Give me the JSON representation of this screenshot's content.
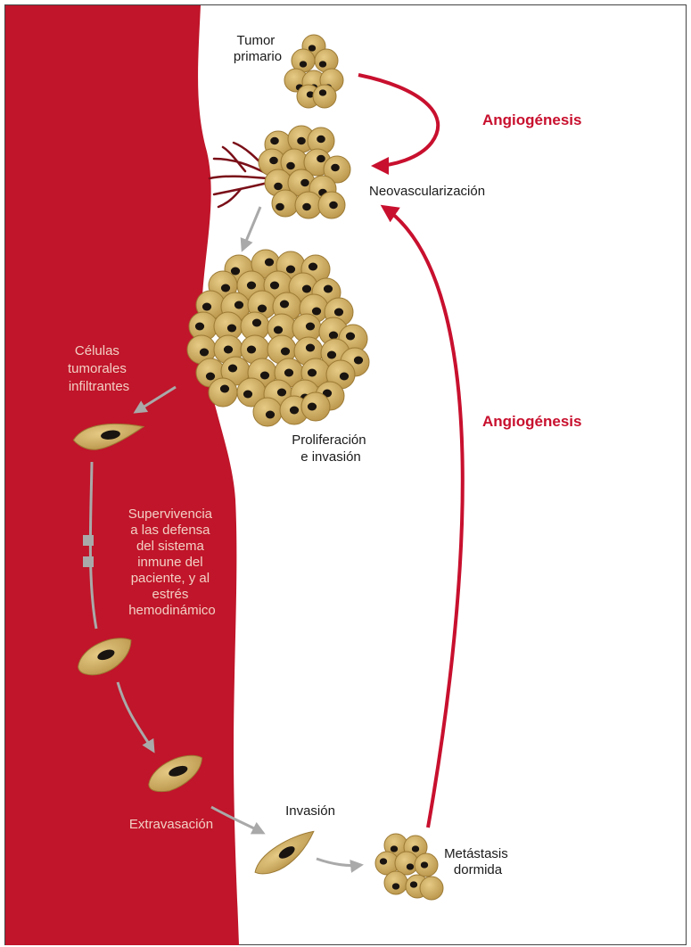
{
  "labels": {
    "tumor_primario": [
      "Tumor",
      "primario"
    ],
    "angiogenesis_top": "Angiogénesis",
    "neovascularizacion": "Neovascularización",
    "celulas_tumorales": [
      "Células",
      "tumorales",
      "infiltrantes"
    ],
    "proliferacion": [
      "Proliferación",
      "e invasión"
    ],
    "angiogenesis_mid": "Angiogénesis",
    "supervivencia": [
      "Supervivencia",
      "a las defensa",
      "del sistema",
      "inmune del",
      "paciente, y al",
      "estrés",
      "hemodinámico"
    ],
    "invasion": "Invasión",
    "extravasacion": "Extravasación",
    "metastasis": [
      "Metástasis",
      "dormida"
    ]
  },
  "colors": {
    "blood_vessel": "#c0152a",
    "arrow_red": "#c8102e",
    "arrow_gray": "#a9a9a9",
    "cell_fill": "#d3b266",
    "cell_stroke": "#9c7a34",
    "nucleus": "#1a1410",
    "white_label": "#f2d0c4"
  }
}
